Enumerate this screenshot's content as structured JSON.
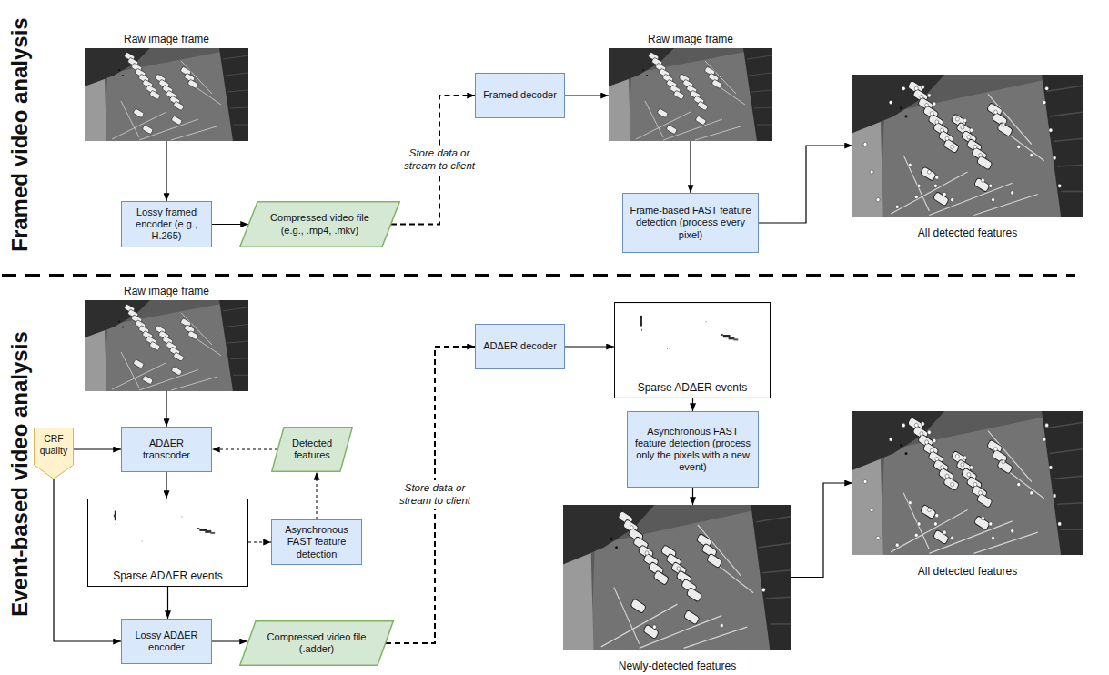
{
  "diagram": {
    "nodes": [
      {
        "text": [
          "Raw image frame"
        ]
      },
      {
        "text": [
          "Lossy framed encoder (e.g., H.265)"
        ]
      },
      {
        "text": [
          "Compressed video file (e.g., .mp4, .mkv)"
        ]
      },
      {
        "text": [
          "Framed decoder"
        ]
      },
      {
        "text": [
          "Raw image frame"
        ]
      },
      {
        "text": [
          "Frame-based FAST feature detection (process every pixel)"
        ]
      },
      {
        "text": [
          "All detected features"
        ]
      },
      {
        "text": [
          "Raw image frame"
        ]
      },
      {
        "text": [
          "CRF quality"
        ]
      },
      {
        "text": [
          "ADΔER transcoder"
        ]
      },
      {
        "text": [
          "Detected features"
        ]
      },
      {
        "text": [
          "Sparse ADΔER events"
        ]
      },
      {
        "text": [
          "Asynchronous FAST feature detection"
        ]
      },
      {
        "text": [
          "Lossy ADΔER encoder"
        ]
      },
      {
        "text": [
          "Compressed video file (.adder)"
        ]
      },
      {
        "text": [
          "ADΔER decoder"
        ]
      },
      {
        "text": [
          "Sparse ADΔER events"
        ]
      },
      {
        "text": [
          "Asynchronous FAST feature detection (process only the pixels with a new event)"
        ]
      },
      {
        "text": [
          "Newly-detected features"
        ]
      },
      {
        "text": [
          "All detected features"
        ]
      }
    ],
    "edges": [
      {
        "from": 0,
        "to": 1,
        "arrow": "to"
      },
      {
        "from": 1,
        "to": 2,
        "arrow": "to"
      },
      {
        "from": 2,
        "to": 3,
        "label": "Store data or stream to client",
        "arrow": "to"
      },
      {
        "from": 3,
        "to": 4,
        "arrow": "to"
      },
      {
        "from": 4,
        "to": 5,
        "arrow": "to"
      },
      {
        "from": 5,
        "to": 6,
        "arrow": "to"
      },
      {
        "from": 7,
        "to": 9,
        "arrow": "to"
      },
      {
        "from": 8,
        "to": 9,
        "arrow": "to"
      },
      {
        "from": 8,
        "to": 13,
        "arrow": "to"
      },
      {
        "from": 10,
        "to": 9,
        "arrow": "to"
      },
      {
        "from": 9,
        "to": 11,
        "arrow": "to"
      },
      {
        "from": 11,
        "to": 12,
        "arrow": "to"
      },
      {
        "from": 12,
        "to": 10,
        "arrow": "to"
      },
      {
        "from": 11,
        "to": 13,
        "arrow": "to"
      },
      {
        "from": 13,
        "to": 14,
        "arrow": "to"
      },
      {
        "from": 14,
        "to": 15,
        "label": "Store data or stream to client",
        "arrow": "to"
      },
      {
        "from": 15,
        "to": 16,
        "arrow": "to"
      },
      {
        "from": 16,
        "to": 17,
        "arrow": "to"
      },
      {
        "from": 17,
        "to": 18,
        "arrow": "to"
      },
      {
        "from": 18,
        "to": 19,
        "arrow": "to"
      }
    ],
    "labels": [
      "Framed video analysis",
      "Event-based video analysis"
    ]
  }
}
